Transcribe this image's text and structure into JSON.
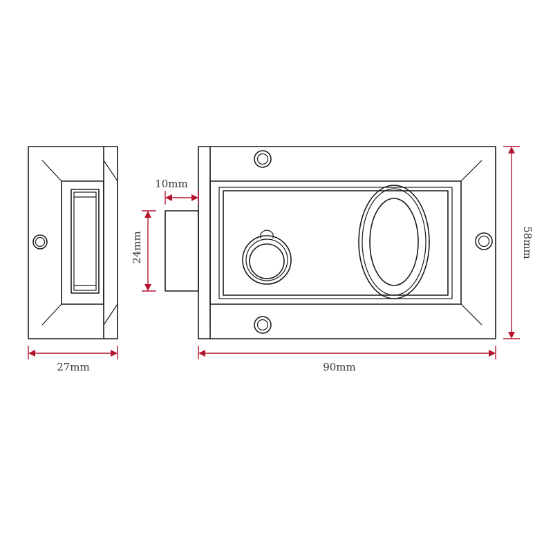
{
  "dimensions": {
    "side_width": "27mm",
    "bolt_projection": "10mm",
    "bolt_height": "24mm",
    "body_length": "90mm",
    "body_height": "58mm"
  },
  "colors": {
    "outline": "#1a1a1a",
    "dimension": "#b3152f",
    "label": "#333333",
    "background": "#ffffff"
  }
}
